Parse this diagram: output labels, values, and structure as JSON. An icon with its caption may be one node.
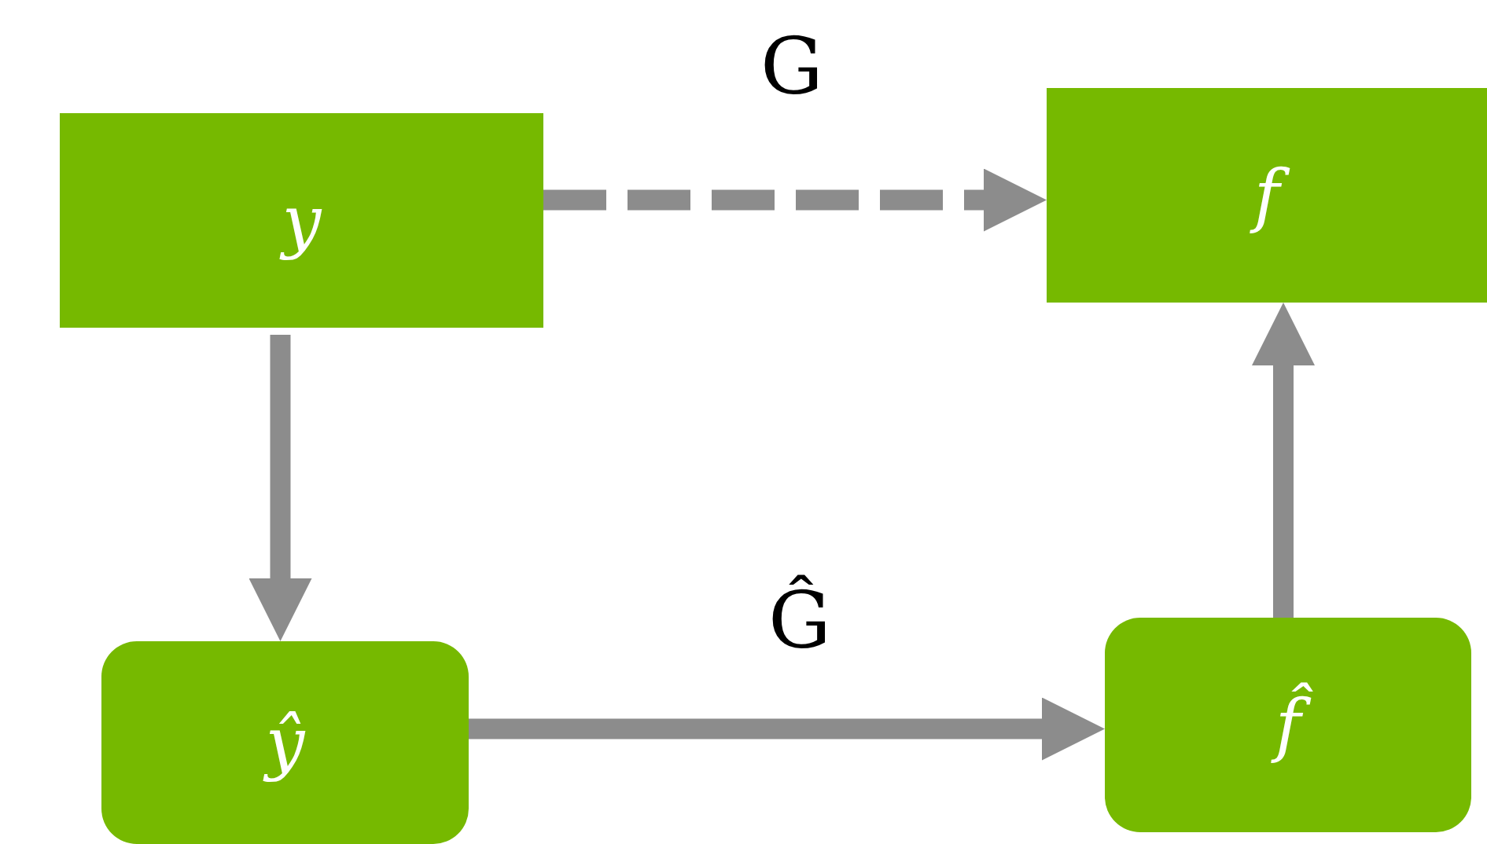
{
  "diagram": {
    "nodes": [
      {
        "text": [
          "y"
        ]
      },
      {
        "text": [
          "f"
        ]
      },
      {
        "text": [
          "ŷ"
        ]
      },
      {
        "text": [
          "f̂"
        ]
      }
    ],
    "edges": [
      {
        "from": 0,
        "to": 1,
        "arrow": "to",
        "label": "G",
        "style": "dashed"
      },
      {
        "from": 0,
        "to": 2,
        "arrow": "to"
      },
      {
        "from": 2,
        "to": 3,
        "arrow": "to",
        "label": "Ĝ"
      },
      {
        "from": 3,
        "to": 1,
        "arrow": "to"
      }
    ]
  }
}
